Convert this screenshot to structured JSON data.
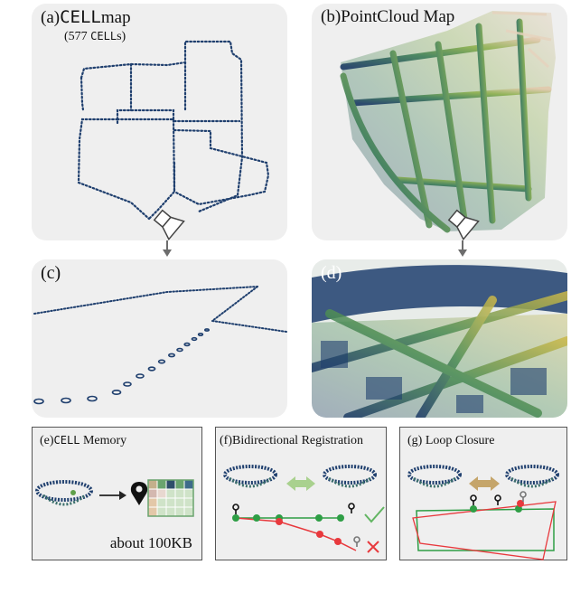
{
  "panels": {
    "a": {
      "prefix": "(a)",
      "mono": "CELL",
      "suffix": "map",
      "sub_open": "(577 ",
      "sub_mono": "CELL",
      "sub_close": "s)"
    },
    "b": {
      "title": "(b)PointCloud Map"
    },
    "c": {
      "title": "(c)"
    },
    "d": {
      "title": "(d)"
    },
    "e": {
      "prefix": "(e)",
      "mono": "CELL",
      "suffix": " Memory",
      "size": "about 100KB"
    },
    "f": {
      "title": "(f)Bidirectional Registration"
    },
    "g": {
      "title": "(g) Loop Closure"
    }
  },
  "colors": {
    "panel_bg": "#efefef",
    "cell_blue": "#1f3f6e",
    "cloud_dark": "#23406b",
    "cloud_green": "#5f9d4a",
    "cloud_tan": "#c9a87a",
    "arrow_gray": "#6d6d6d",
    "double_arrow_green": "#a9d18e",
    "double_arrow_tan": "#c5a56a",
    "track_green": "#2e9e45",
    "track_red": "#e8393d",
    "check_green": "#62b562",
    "cross_red": "#e8393d"
  },
  "icons": [
    "camera-icon",
    "map-pin-icon",
    "checkmark-icon",
    "cross-icon"
  ]
}
